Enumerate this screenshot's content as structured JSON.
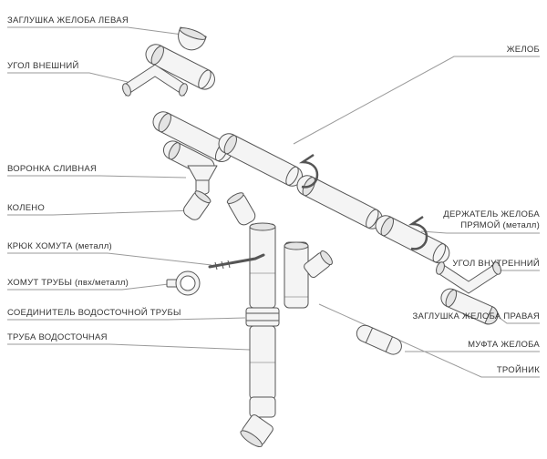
{
  "diagram": {
    "labels_left": [
      "ЗАГЛУШКА ЖЕЛОБА ЛЕВАЯ",
      "УГОЛ ВНЕШНИЙ",
      "ВОРОНКА СЛИВНАЯ",
      "КОЛЕНО",
      "КРЮК ХОМУТА (металл)",
      "ХОМУТ ТРУБЫ (пвх/металл)",
      "СОЕДИНИТЕЛЬ ВОДОСТОЧНОЙ ТРУБЫ",
      "ТРУБА ВОДОСТОЧНАЯ"
    ],
    "labels_right": [
      "ЖЕЛОБ",
      "ДЕРЖАТЕЛЬ ЖЕЛОБА ПРЯМОЙ (металл)",
      "УГОЛ ВНУТРЕННИЙ",
      "ЗАГЛУШКА ЖЕЛОБА ПРАВАЯ",
      "МУФТА ЖЕЛОБА",
      "ТРОЙНИК"
    ],
    "colors": {
      "background": "#ffffff",
      "part_fill": "#f4f4f4",
      "part_shade": "#e4e4e4",
      "outline": "#555555",
      "leader_line": "#9a9a9a",
      "label_text": "#333333"
    }
  }
}
